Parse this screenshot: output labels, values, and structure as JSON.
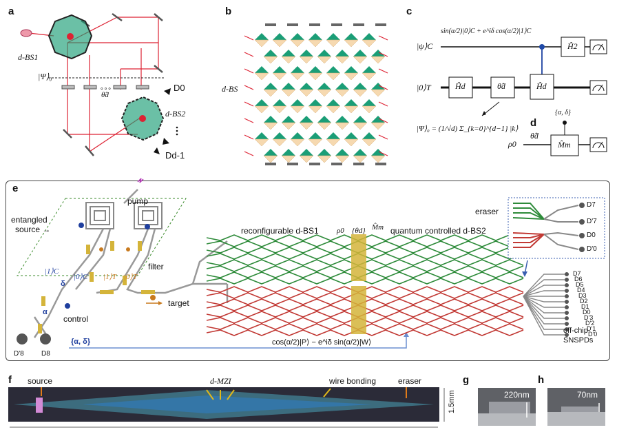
{
  "panels": {
    "a": "a",
    "b": "b",
    "c": "c",
    "d": "d",
    "e": "e",
    "f": "f",
    "g": "g",
    "h": "h"
  },
  "panel_a": {
    "bs1": "d-BS1",
    "bs2": "d-BS2",
    "psi0": "|Ψ⟩₀",
    "theta": "θ̂d",
    "d0": "D0",
    "dd1": "Dd-1",
    "dots": "∘∘∘"
  },
  "panel_b": {
    "dbs": "d-BS"
  },
  "panel_c": {
    "psi_c": "|ψ⟩C",
    "zero_t": "|0⟩T",
    "state_formula": "sin(α/2)|0⟩C + e^iδ cos(α/2)|1⟩C",
    "hd1": "Ĥd",
    "theta": "θ̂d",
    "hd2": "Ĥd",
    "h2": "Ĥ2",
    "psi0_formula": "|Ψ⟩₀ = (1/√d) Σ_{k=0}^{d−1} |k⟩"
  },
  "panel_d": {
    "rho": "ρ0",
    "theta": "θ̂d",
    "mm": "M̂m",
    "ctrl": "{α, δ}"
  },
  "panel_e": {
    "pump": "pump",
    "entangled": "entangled",
    "source": "source →",
    "filter": "filter",
    "ket1c": "|1⟩C",
    "ket0c": "|0⟩C",
    "ket1t": "|1⟩T",
    "ket0t": "|0⟩T",
    "delta": "δ",
    "alpha": "α",
    "control": "control",
    "target": "target",
    "rbs1": "reconfigurable d-BS1",
    "rho": "ρ0",
    "theta": "{θd}",
    "mm": "M̂m",
    "qcbs2": "quantum controlled d-BS2",
    "eraser": "eraser",
    "feedback": "{α, δ}",
    "formula": "cos(α/2)|P⟩ − e^iδ sin(α/2)|W⟩",
    "offchip": "off-chip",
    "snspds": "SNSPDs",
    "d8p": "D'8",
    "d8": "D8",
    "eraser_dets": [
      "D7",
      "D'7",
      "D0",
      "D'0"
    ],
    "dets": [
      "D7",
      "D6",
      "D5",
      "D4",
      "D3",
      "D2",
      "D1",
      "D0",
      "D'3",
      "D'2",
      "D'1",
      "D'0"
    ]
  },
  "panel_f": {
    "source": "source",
    "dmzi": "d-MZI",
    "wire": "wire bonding",
    "eraser": "eraser",
    "size": "1.5mm"
  },
  "panel_g": {
    "size": "220nm"
  },
  "panel_h": {
    "size": "70nm"
  }
}
